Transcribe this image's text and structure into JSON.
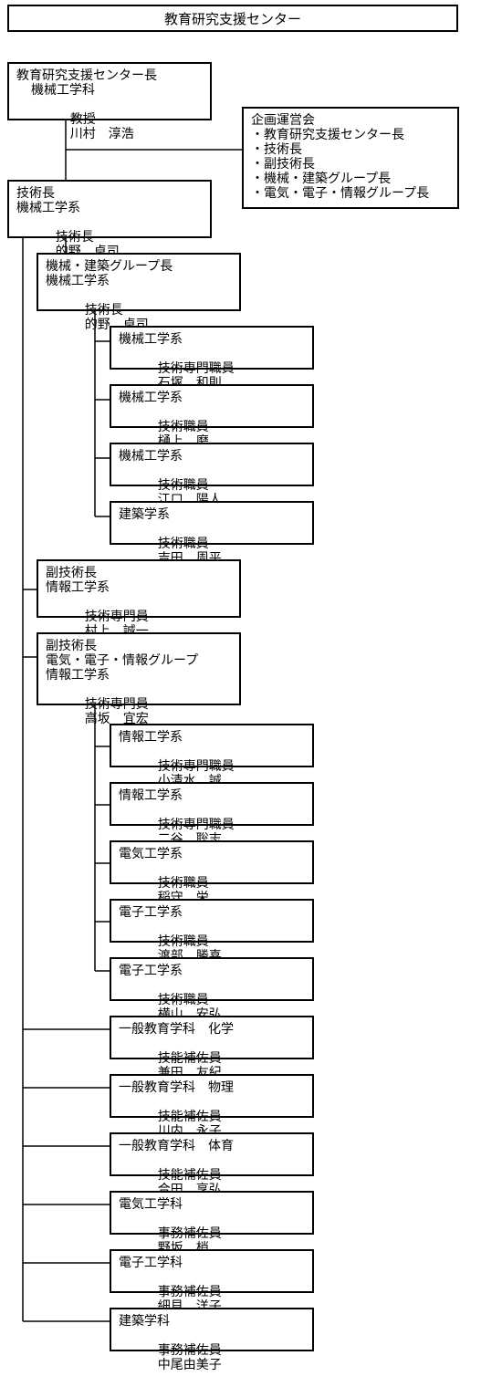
{
  "header": {
    "title": "教育研究支援センター"
  },
  "director": {
    "role": "教育研究支援センター長",
    "dept": "機械工学科",
    "title": "教授",
    "name": "川村　淳浩"
  },
  "council": {
    "title": "企画運営会",
    "members": [
      "・教育研究支援センター長",
      "・技術長",
      "・副技術長",
      "・機械・建築グループ長",
      "・電気・電子・情報グループ長"
    ]
  },
  "chief": {
    "role": "技術長",
    "dept": "機械工学系",
    "title": "技術長",
    "name": "的野　卓司"
  },
  "mech_group": {
    "role": "機械・建築グループ長",
    "dept": "機械工学系",
    "title": "技術長",
    "name": "的野　卓司"
  },
  "mech_members": [
    {
      "dept": "機械工学系",
      "title": "技術専門職員",
      "name": "石塚　和則"
    },
    {
      "dept": "機械工学系",
      "title": "技術職員",
      "name": "樋上　磨"
    },
    {
      "dept": "機械工学系",
      "title": "技術職員",
      "name": "江口　陽人"
    },
    {
      "dept": "建築学系",
      "title": "技術職員",
      "name": "吉田　周平"
    }
  ],
  "deputy1": {
    "role": "副技術長",
    "dept": "情報工学系",
    "title": "技術専門員",
    "name": "村上　誠一"
  },
  "deputy2": {
    "role": "副技術長",
    "group": "電気・電子・情報グループ",
    "dept": "情報工学系",
    "title": "技術専門員",
    "name": "高坂　宜宏"
  },
  "elec_members": [
    {
      "dept": "情報工学系",
      "title": "技術専門職員",
      "name": "小清水　誠"
    },
    {
      "dept": "情報工学系",
      "title": "技術専門職員",
      "name": "二谷　聡志"
    },
    {
      "dept": "電気工学系",
      "title": "技術職員",
      "name": "稲守　栄"
    },
    {
      "dept": "電子工学系",
      "title": "技術職員",
      "name": "渡部　勝喜"
    },
    {
      "dept": "電子工学系",
      "title": "技術職員",
      "name": "横山　安弘"
    }
  ],
  "assistants": [
    {
      "dept": "一般教育学科　化学",
      "title": "技能補佐員",
      "name": "兼田　友紀"
    },
    {
      "dept": "一般教育学科　物理",
      "title": "技能補佐員",
      "name": "川内　永子"
    },
    {
      "dept": "一般教育学科　体育",
      "title": "技能補佐員",
      "name": "合田　享弘"
    },
    {
      "dept": "電気工学科",
      "title": "事務補佐員",
      "name": "野坂　梢"
    },
    {
      "dept": "電子工学科",
      "title": "事務補佐員",
      "name": "細貝　洋子"
    },
    {
      "dept": "建築学科",
      "title": "事務補佐員",
      "name": "中尾由美子"
    }
  ]
}
